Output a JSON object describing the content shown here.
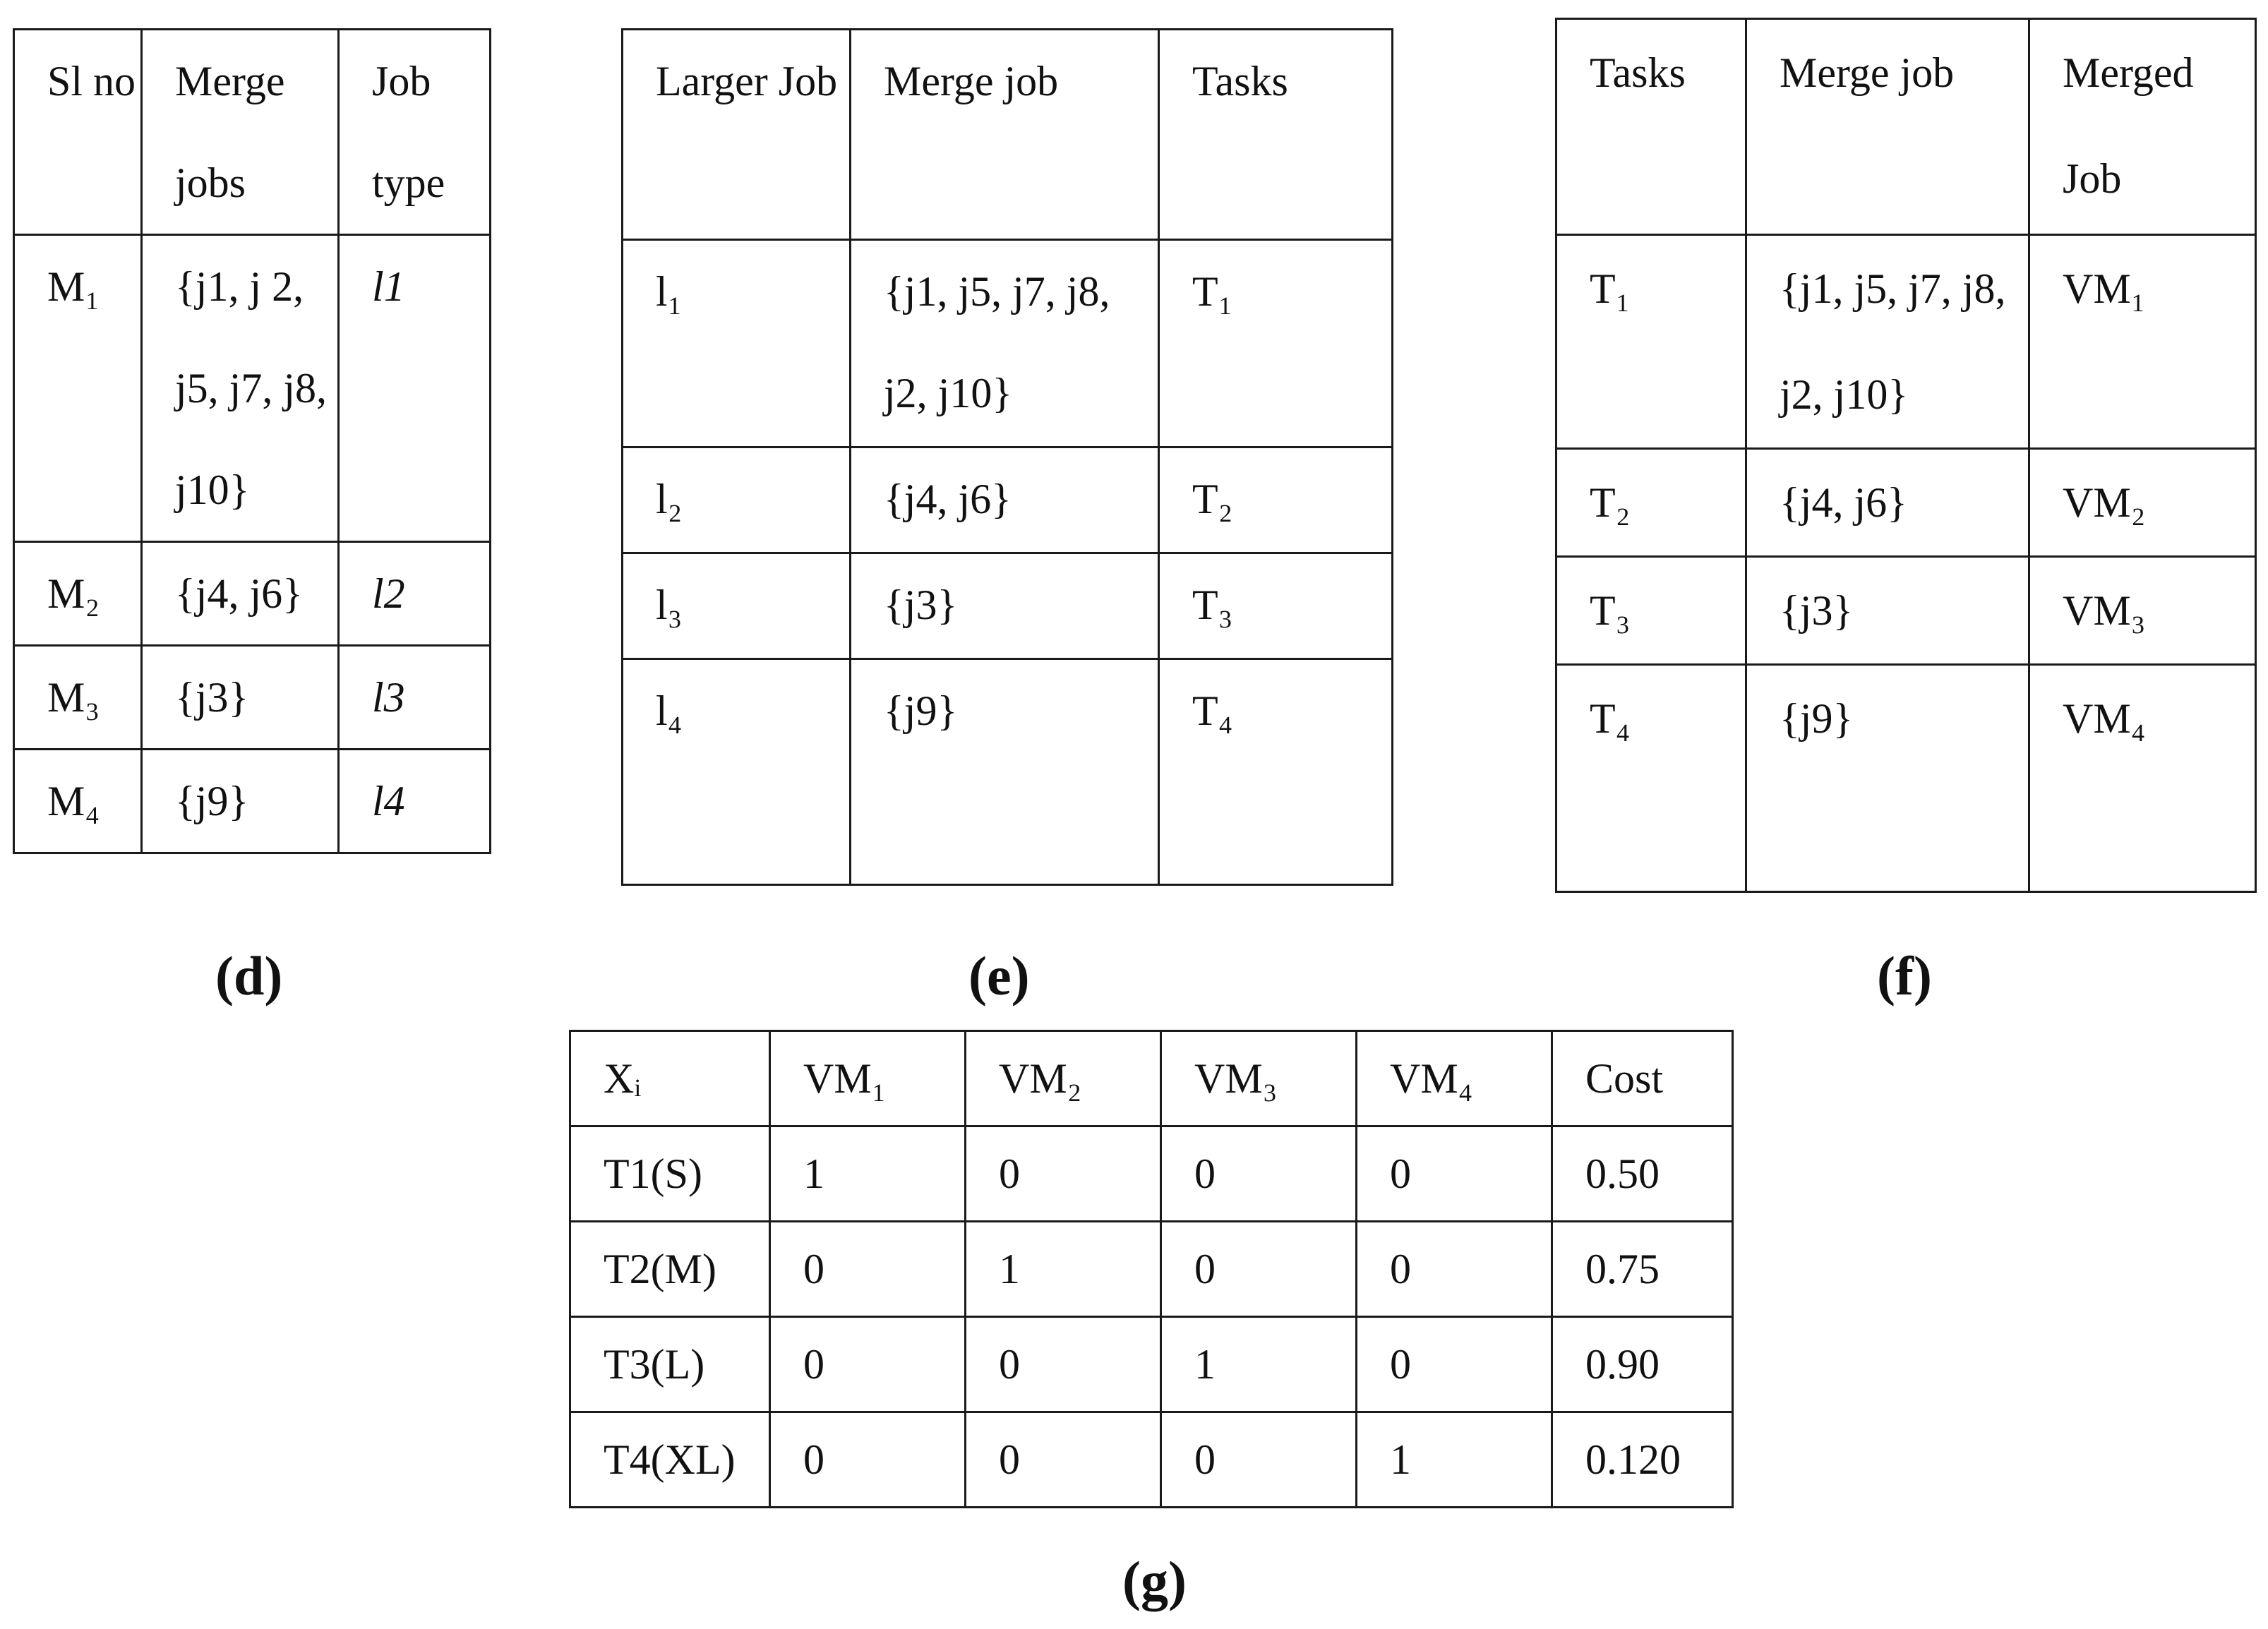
{
  "table_d": {
    "header": [
      "Sl no",
      "Merge jobs",
      "Job type"
    ],
    "rows": [
      {
        "sl": "M₁",
        "jobs": "{j1, j 2, j5, j7, j8, j10}",
        "type": "l1"
      },
      {
        "sl": "M₂",
        "jobs": "{j4, j6}",
        "type": "l2"
      },
      {
        "sl": "M₃",
        "jobs": "{j3}",
        "type": "l3"
      },
      {
        "sl": "M₄",
        "jobs": "{j9}",
        "type": "l4"
      }
    ],
    "caption": "(d)"
  },
  "table_e": {
    "header": [
      "Larger Job",
      "Merge job",
      "Tasks"
    ],
    "rows": [
      {
        "job": "l₁",
        "merge": "{j1, j5, j7, j8, j2, j10}",
        "task": "T₁"
      },
      {
        "job": "l₂",
        "merge": "{j4, j6}",
        "task": "T₂"
      },
      {
        "job": "l₃",
        "merge": "{j3}",
        "task": "T₃"
      },
      {
        "job": "l₄",
        "merge": "{j9}",
        "task": "T₄"
      }
    ],
    "caption": "(e)"
  },
  "table_f": {
    "header": [
      "Tasks",
      "Merge job",
      "Merged Job"
    ],
    "rows": [
      {
        "task": "T₁",
        "merge": "{j1, j5, j7, j8, j2, j10}",
        "vm": "VM₁"
      },
      {
        "task": "T₂",
        "merge": "{j4, j6}",
        "vm": "VM₂"
      },
      {
        "task": "T₃",
        "merge": "{j3}",
        "vm": "VM₃"
      },
      {
        "task": "T₄",
        "merge": "{j9}",
        "vm": "VM₄"
      }
    ],
    "caption": "(f)"
  },
  "table_g": {
    "header": [
      "Xᵢ",
      "VM₁",
      "VM₂",
      "VM₃",
      "VM₄",
      "Cost"
    ],
    "rows": [
      [
        "T1(S)",
        "1",
        "0",
        "0",
        "0",
        "0.50"
      ],
      [
        "T2(M)",
        "0",
        "1",
        "0",
        "0",
        "0.75"
      ],
      [
        "T3(L)",
        "0",
        "0",
        "1",
        "0",
        "0.90"
      ],
      [
        "T4(XL)",
        "0",
        "0",
        "0",
        "1",
        "0.120"
      ]
    ],
    "caption": "(g)"
  }
}
